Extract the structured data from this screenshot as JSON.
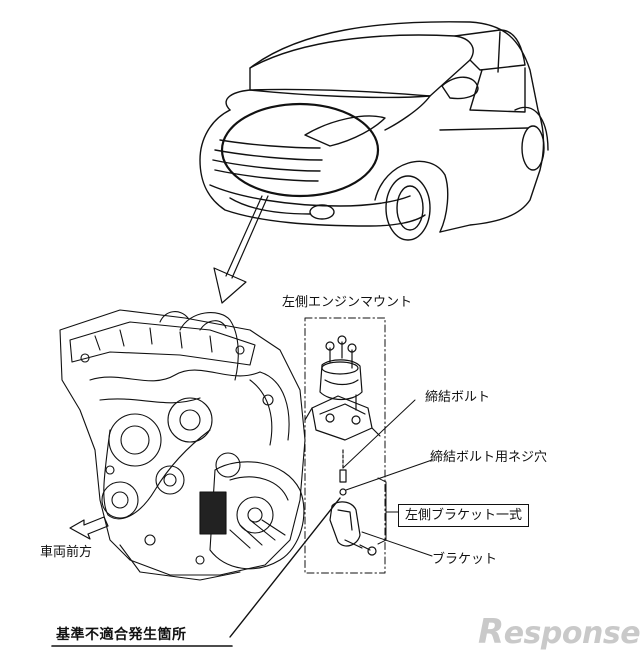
{
  "labels": {
    "left_engine_mount": "左側エンジンマウント",
    "fastening_bolt": "締結ボルト",
    "bolt_screw_hole": "締結ボルト用ネジ穴",
    "left_bracket_assembly": "左側ブラケット一式",
    "bracket": "ブラケット",
    "vehicle_front": "車両前方",
    "nonconformity_location": "基準不適合発生箇所"
  },
  "watermark": {
    "text": "esponse.",
    "mark": "R"
  },
  "colors": {
    "line": "#111111",
    "watermark": "#c9c9c9",
    "background": "#ffffff"
  }
}
